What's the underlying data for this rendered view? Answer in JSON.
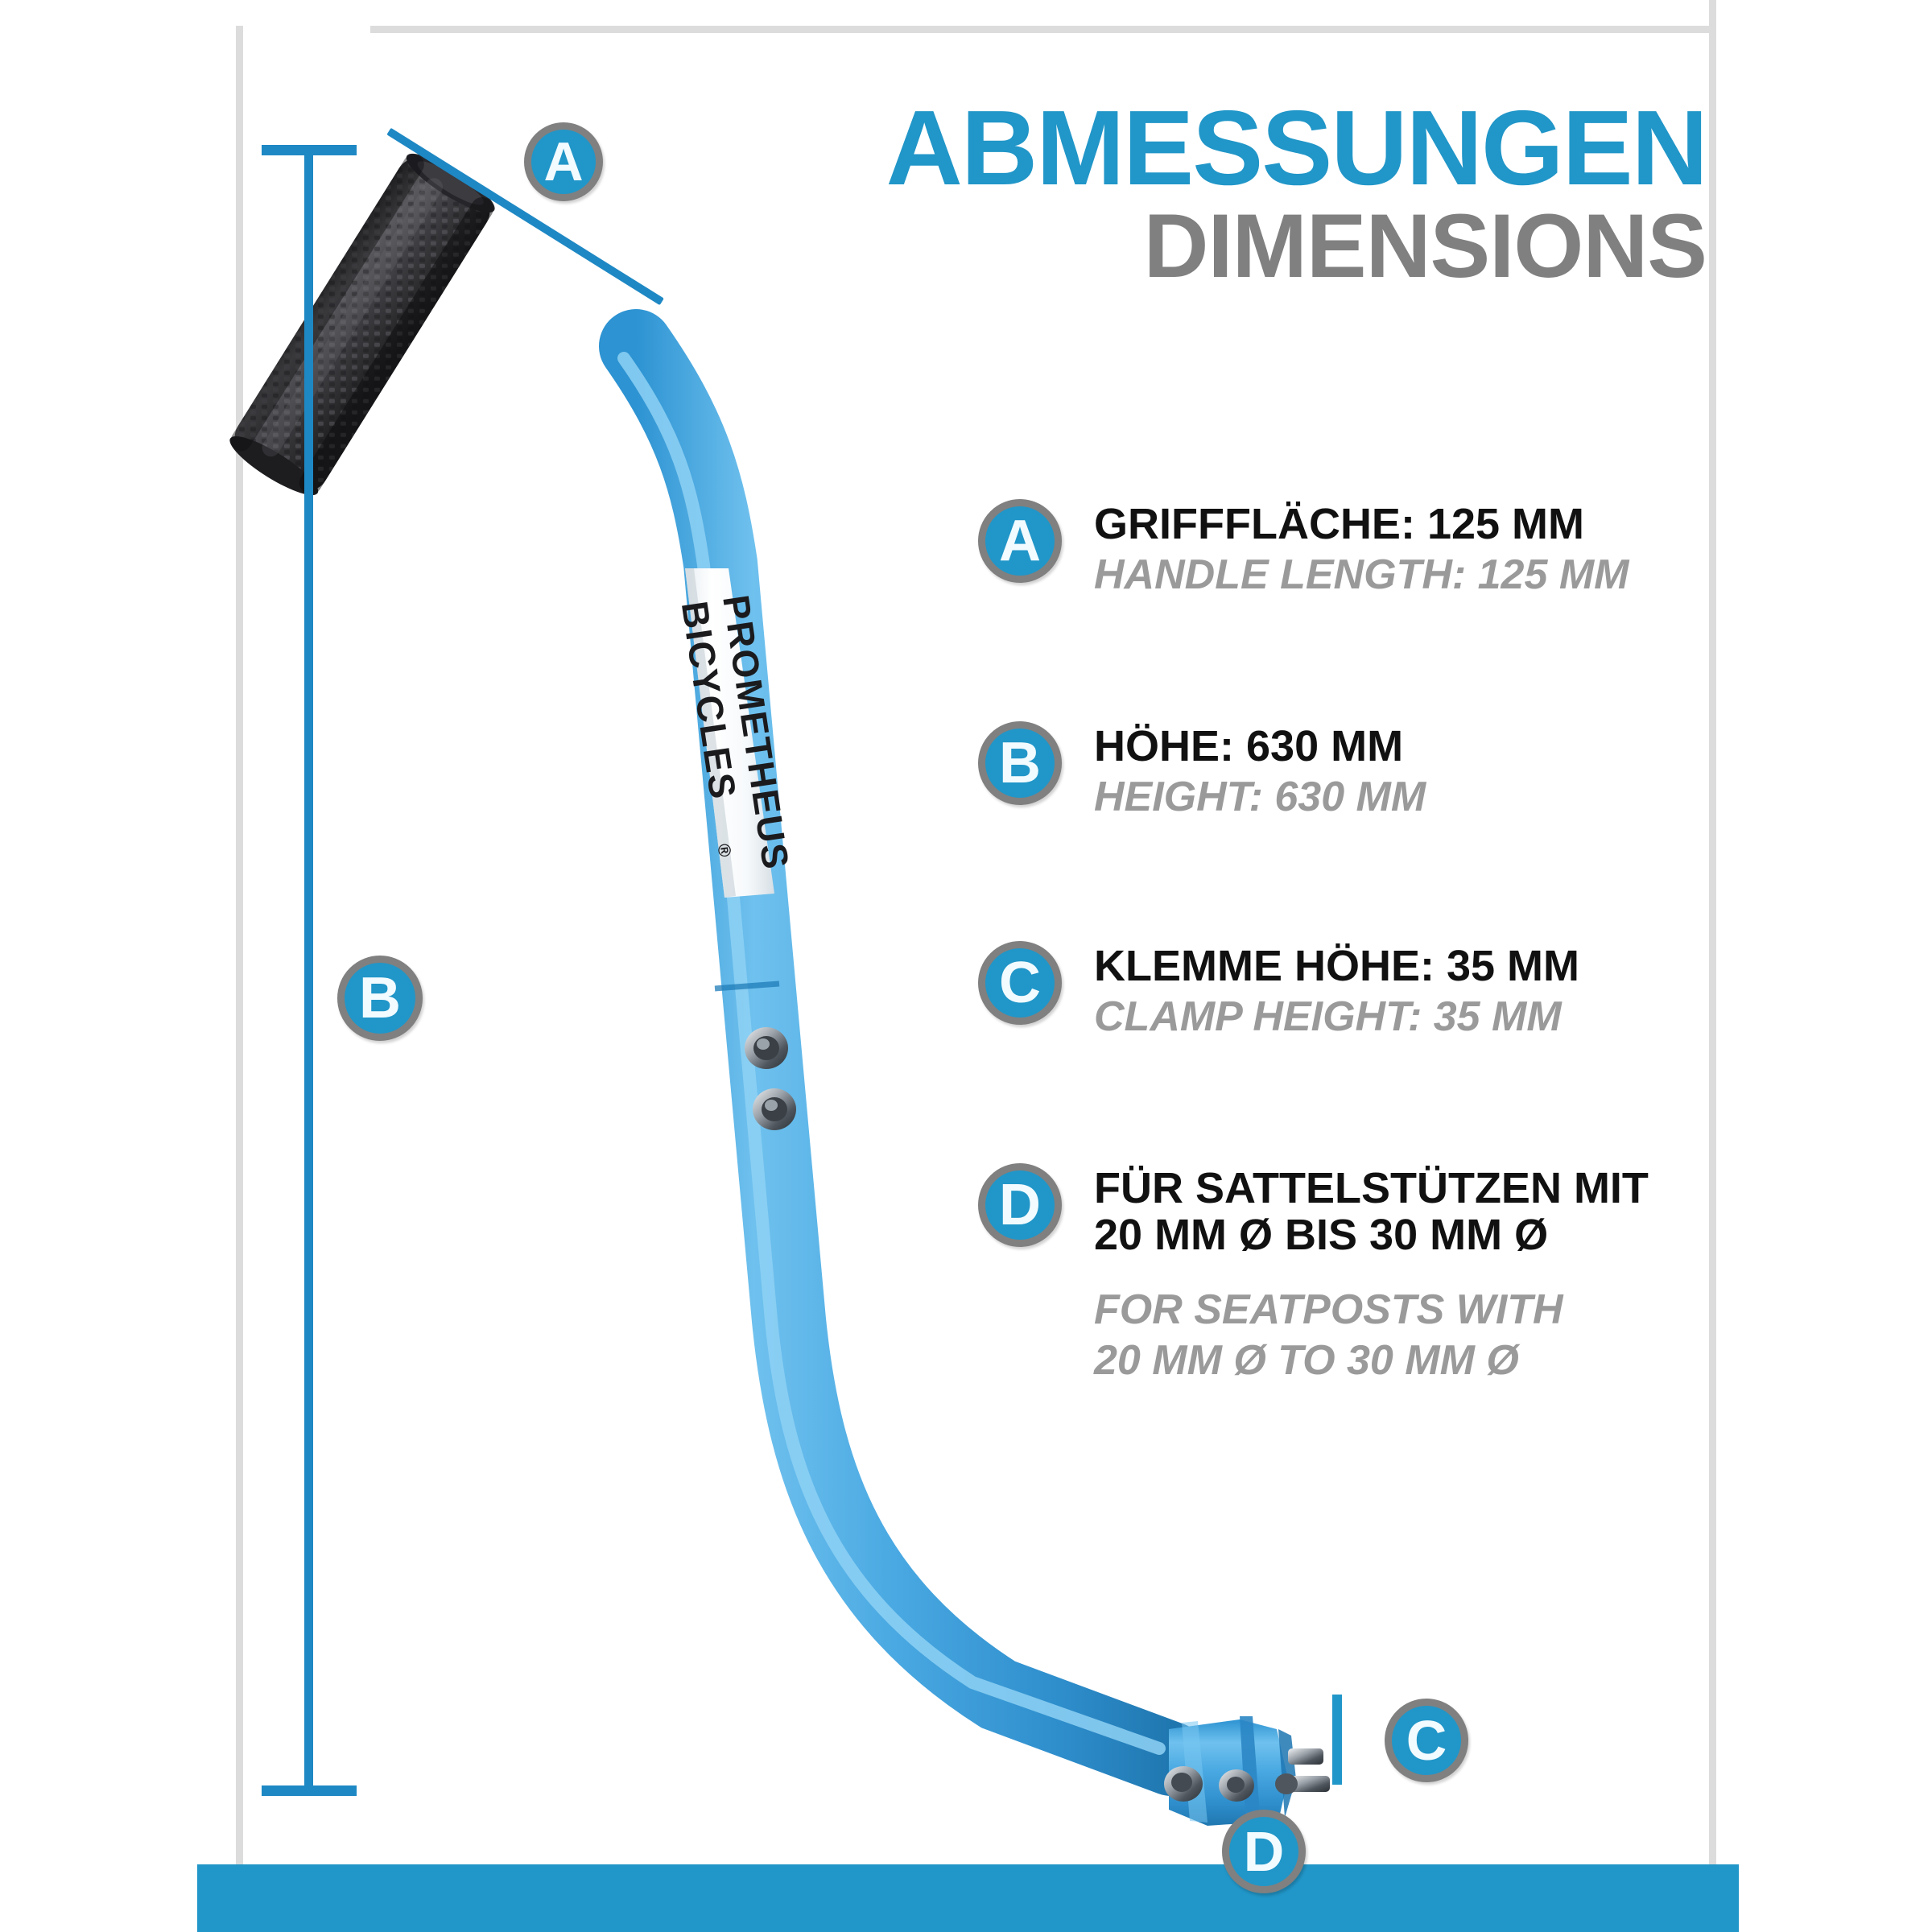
{
  "header": {
    "title_de": "ABMESSUNGEN",
    "title_en": "DIMENSIONS"
  },
  "colors": {
    "accent_blue": "#2196c8",
    "line_blue": "#1e88c4",
    "tube_blue": "#3fa3de",
    "badge_ring_gray": "#808080",
    "text_gray": "#9a9a9a",
    "text_dark": "#111111",
    "border_gray": "#dcdcdc"
  },
  "product": {
    "brand_line_1": "PROMETHEUS",
    "brand_line_2": "BICYCLES",
    "brand_mark": "®"
  },
  "markers": {
    "a": "A",
    "b": "B",
    "c": "C",
    "d": "D"
  },
  "legend": [
    {
      "key": "A",
      "de": "GRIFFFLÄCHE: 125 MM",
      "en": "HANDLE LENGTH: 125 MM"
    },
    {
      "key": "B",
      "de": "HÖHE: 630 MM",
      "en": "HEIGHT: 630 MM"
    },
    {
      "key": "C",
      "de": "KLEMME HÖHE: 35 MM",
      "en": "CLAMP HEIGHT: 35 MM"
    },
    {
      "key": "D",
      "de_line_1": "FÜR SATTELSTÜTZEN MIT",
      "de_line_2": "20 MM Ø BIS 30 MM Ø",
      "en_line_1": "FOR SEATPOSTS WITH",
      "en_line_2": "20 MM Ø TO 30 MM Ø"
    }
  ]
}
